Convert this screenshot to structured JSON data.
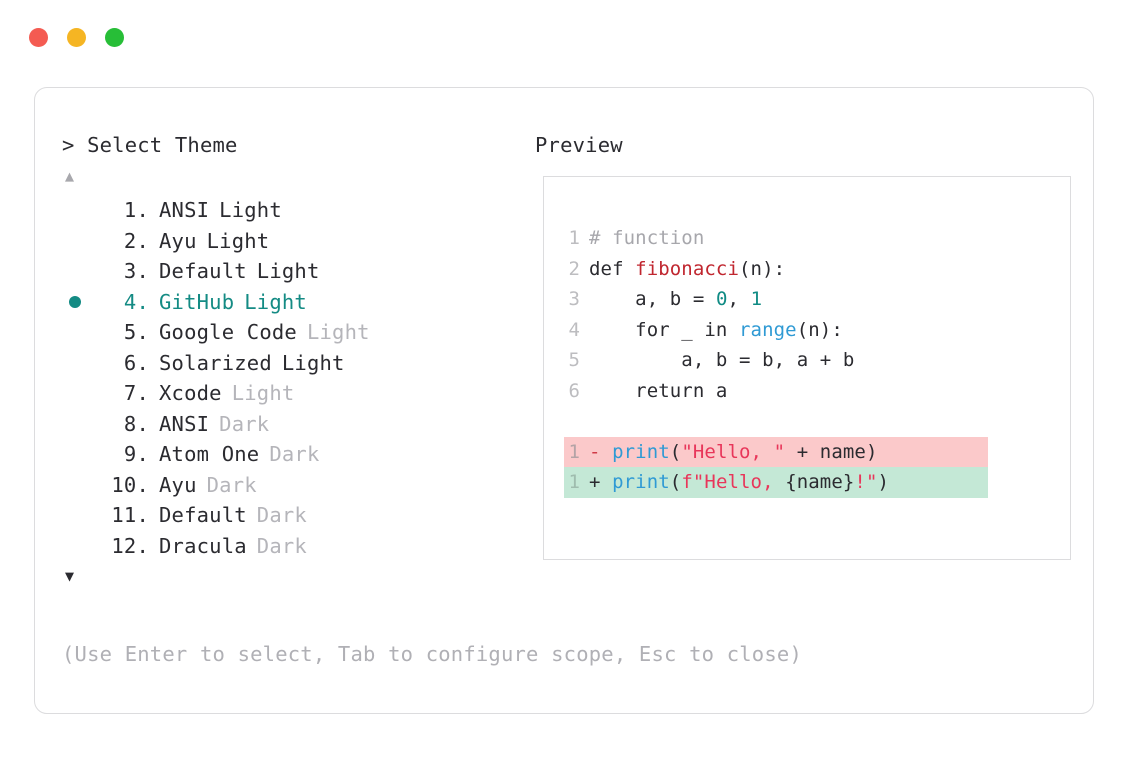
{
  "window": {
    "dots": [
      {
        "name": "close",
        "color": "#f45b52"
      },
      {
        "name": "minimize",
        "color": "#f5b523"
      },
      {
        "name": "maximize",
        "color": "#27be37"
      }
    ]
  },
  "left_pane": {
    "heading": "> Select Theme",
    "scroll_up_icon": "▲",
    "scroll_down_icon": "▼",
    "selected_index": 4,
    "items": [
      {
        "num": " 1.",
        "name": "ANSI",
        "suffix": "Light",
        "suffix_muted": false,
        "selected": false
      },
      {
        "num": " 2.",
        "name": "Ayu",
        "suffix": "Light",
        "suffix_muted": false,
        "selected": false
      },
      {
        "num": " 3.",
        "name": "Default",
        "suffix": "Light",
        "suffix_muted": false,
        "selected": false
      },
      {
        "num": " 4.",
        "name": "GitHub",
        "suffix": "Light",
        "suffix_muted": false,
        "selected": true
      },
      {
        "num": " 5.",
        "name": "Google Code",
        "suffix": "Light",
        "suffix_muted": true,
        "selected": false
      },
      {
        "num": " 6.",
        "name": "Solarized",
        "suffix": "Light",
        "suffix_muted": false,
        "selected": false
      },
      {
        "num": " 7.",
        "name": "Xcode",
        "suffix": "Light",
        "suffix_muted": true,
        "selected": false
      },
      {
        "num": " 8.",
        "name": "ANSI",
        "suffix": "Dark",
        "suffix_muted": true,
        "selected": false
      },
      {
        "num": " 9.",
        "name": "Atom One",
        "suffix": "Dark",
        "suffix_muted": true,
        "selected": false
      },
      {
        "num": "10.",
        "name": "Ayu",
        "suffix": "Dark",
        "suffix_muted": true,
        "selected": false
      },
      {
        "num": "11.",
        "name": "Default",
        "suffix": "Dark",
        "suffix_muted": true,
        "selected": false
      },
      {
        "num": "12.",
        "name": "Dracula",
        "suffix": "Dark",
        "suffix_muted": true,
        "selected": false
      }
    ]
  },
  "right_pane": {
    "heading": "Preview",
    "code_lines": [
      {
        "n": "1",
        "tokens": [
          {
            "t": "# function",
            "c": "comment"
          }
        ]
      },
      {
        "n": "2",
        "tokens": [
          {
            "t": "def ",
            "c": "key"
          },
          {
            "t": "fibonacci",
            "c": "func"
          },
          {
            "t": "(n):",
            "c": "plain"
          }
        ]
      },
      {
        "n": "3",
        "tokens": [
          {
            "t": "    a, b = ",
            "c": "plain"
          },
          {
            "t": "0",
            "c": "num"
          },
          {
            "t": ", ",
            "c": "plain"
          },
          {
            "t": "1",
            "c": "num"
          }
        ]
      },
      {
        "n": "4",
        "tokens": [
          {
            "t": "    for _ in ",
            "c": "plain"
          },
          {
            "t": "range",
            "c": "builtin"
          },
          {
            "t": "(n):",
            "c": "plain"
          }
        ]
      },
      {
        "n": "5",
        "tokens": [
          {
            "t": "        a, b = b, a + b",
            "c": "plain"
          }
        ]
      },
      {
        "n": "6",
        "tokens": [
          {
            "t": "    return a",
            "c": "plain"
          }
        ]
      }
    ],
    "diff_lines": [
      {
        "n": "1",
        "kind": "minus",
        "sign": "-",
        "tokens": [
          {
            "t": "print",
            "c": "builtin"
          },
          {
            "t": "(",
            "c": "plain"
          },
          {
            "t": "\"Hello, \"",
            "c": "str"
          },
          {
            "t": " + name)",
            "c": "plain"
          }
        ]
      },
      {
        "n": "1",
        "kind": "plus",
        "sign": "+",
        "tokens": [
          {
            "t": "print",
            "c": "builtin"
          },
          {
            "t": "(",
            "c": "plain"
          },
          {
            "t": "f\"Hello, ",
            "c": "str"
          },
          {
            "t": "{name}",
            "c": "plain"
          },
          {
            "t": "!\"",
            "c": "str"
          },
          {
            "t": ")",
            "c": "plain"
          }
        ]
      }
    ]
  },
  "footer": {
    "hint": "(Use Enter to select, Tab to configure scope, Esc to close)"
  },
  "colors": {
    "accent_teal": "#148b84",
    "muted_gray": "#b5b5ba",
    "text": "#2b2b30",
    "diff_add_bg": "#c4e8d6",
    "diff_del_bg": "#fbc9ca",
    "border": "#dcdcde"
  }
}
